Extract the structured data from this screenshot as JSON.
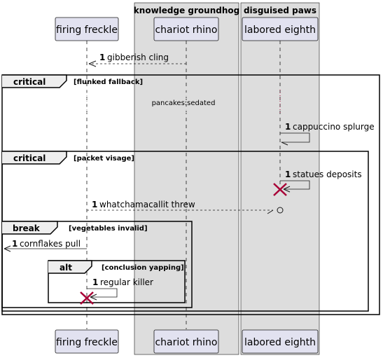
{
  "boxes": {
    "groundhog": {
      "title": "knowledge groundhog",
      "color": "#dddddd"
    },
    "paws": {
      "title": "disguised paws",
      "color": "#dddddd"
    }
  },
  "participants": {
    "freckle": "firing freckle",
    "rhino": "chariot rhino",
    "eighth": "labored eighth"
  },
  "messages": {
    "m1": {
      "num": "1",
      "text": "gibberish cling"
    },
    "m2": {
      "num": "1",
      "text": "cappuccino splurge"
    },
    "m3": {
      "num": "1",
      "text": "statues deposits"
    },
    "m4": {
      "num": "1",
      "text": "whatchamacallit threw"
    },
    "m5": {
      "num": "1",
      "text": "cornflakes pull"
    },
    "m6": {
      "num": "1",
      "text": "regular killer"
    }
  },
  "divider": {
    "text": "pancakes:sedated"
  },
  "fragments": {
    "critical1": {
      "keyword": "critical",
      "guard": "[flunked fallback]"
    },
    "critical2": {
      "keyword": "critical",
      "guard": "[packet visage]"
    },
    "break1": {
      "keyword": "break",
      "guard": "[vegetables invalid]"
    },
    "alt1": {
      "keyword": "alt",
      "guard": "[conclusion yapping]"
    }
  },
  "colors": {
    "participant_fill": "#e2e2f0",
    "participant_border": "#181818",
    "destroy_marker": "#a80036",
    "lifeline": "#181818"
  }
}
